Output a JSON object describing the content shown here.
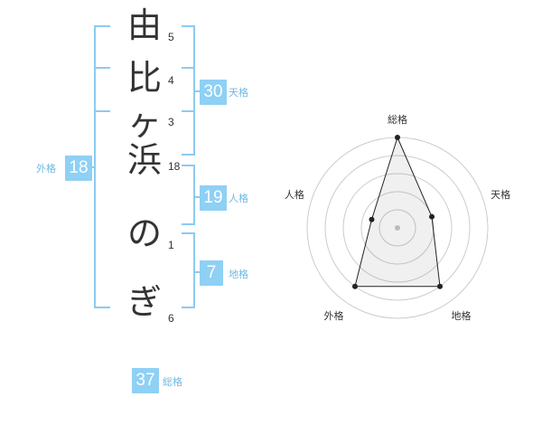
{
  "name_chars": [
    {
      "char": "由",
      "strokes": "5"
    },
    {
      "char": "比",
      "strokes": "4"
    },
    {
      "char": "ヶ",
      "strokes": "3"
    },
    {
      "char": "浜",
      "strokes": "18"
    },
    {
      "char": "の",
      "strokes": "1"
    },
    {
      "char": "ぎ",
      "strokes": "6"
    }
  ],
  "kakusu": {
    "tenkaku": {
      "value": "30",
      "label": "天格"
    },
    "jinkaku": {
      "value": "19",
      "label": "人格"
    },
    "chikaku": {
      "value": "7",
      "label": "地格"
    },
    "gaikaku": {
      "value": "18",
      "label": "外格"
    },
    "soukaku": {
      "value": "37",
      "label": "総格"
    }
  },
  "colors": {
    "bracket": "#8ccbf0",
    "badge": "#8fd0f5",
    "badge_label": "#6fb9e4"
  },
  "chart_data": {
    "type": "radar",
    "axes": [
      "総格",
      "天格",
      "地格",
      "外格",
      "人格"
    ],
    "levels": 5,
    "series": [
      {
        "values": [
          5,
          2,
          4,
          4,
          1.5
        ]
      }
    ]
  }
}
